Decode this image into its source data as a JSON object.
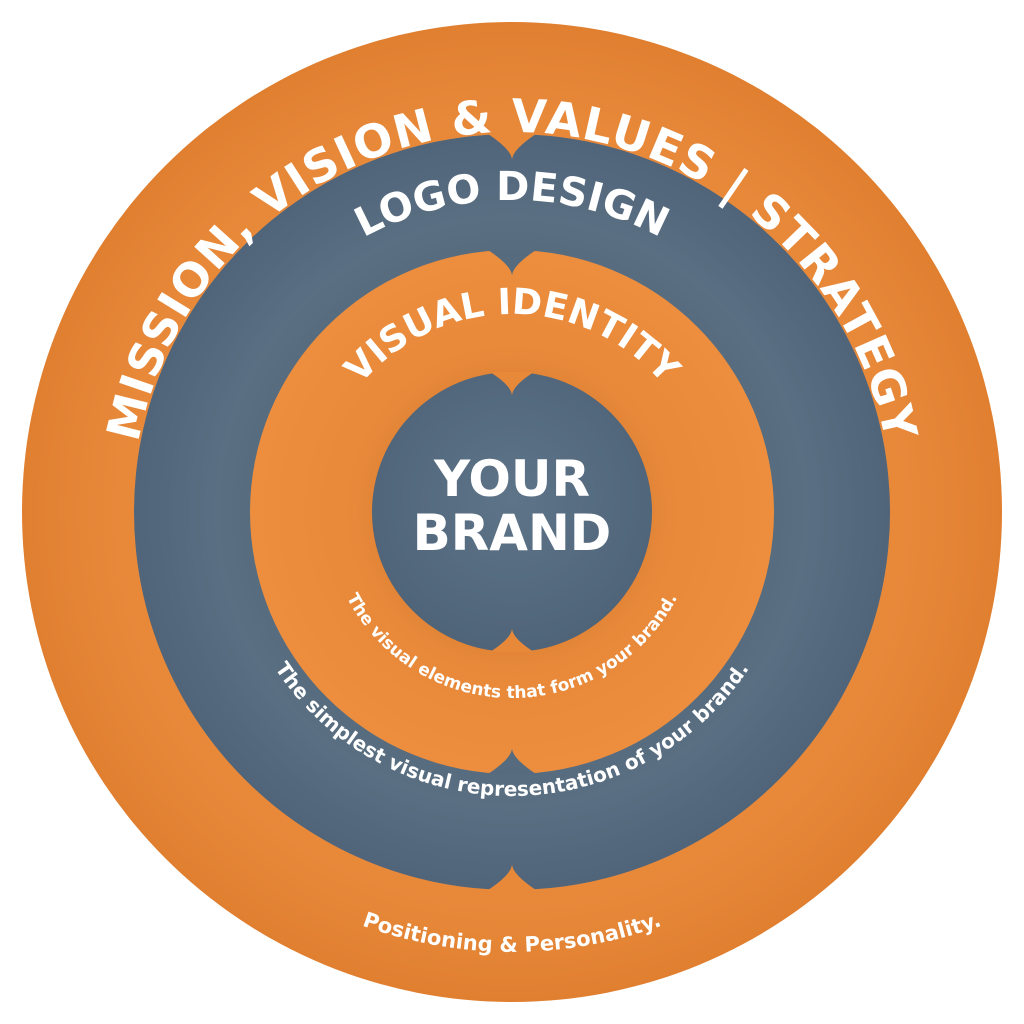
{
  "rings": {
    "outer": {
      "title": "MISSION, VISION & VALUES | STRATEGY",
      "subtitle": "Positioning & Personality."
    },
    "logo": {
      "title": "LOGO DESIGN",
      "subtitle": "The simplest visual representation of your brand."
    },
    "visual": {
      "title": "VISUAL IDENTITY",
      "subtitle": "The visual elements that form your brand."
    },
    "core": {
      "line1": "YOUR",
      "line2": "BRAND"
    }
  },
  "colors": {
    "orange": "#E8893A",
    "slate": "#566B7E",
    "text": "#FFFFFF",
    "background": "#FFFFFF"
  }
}
